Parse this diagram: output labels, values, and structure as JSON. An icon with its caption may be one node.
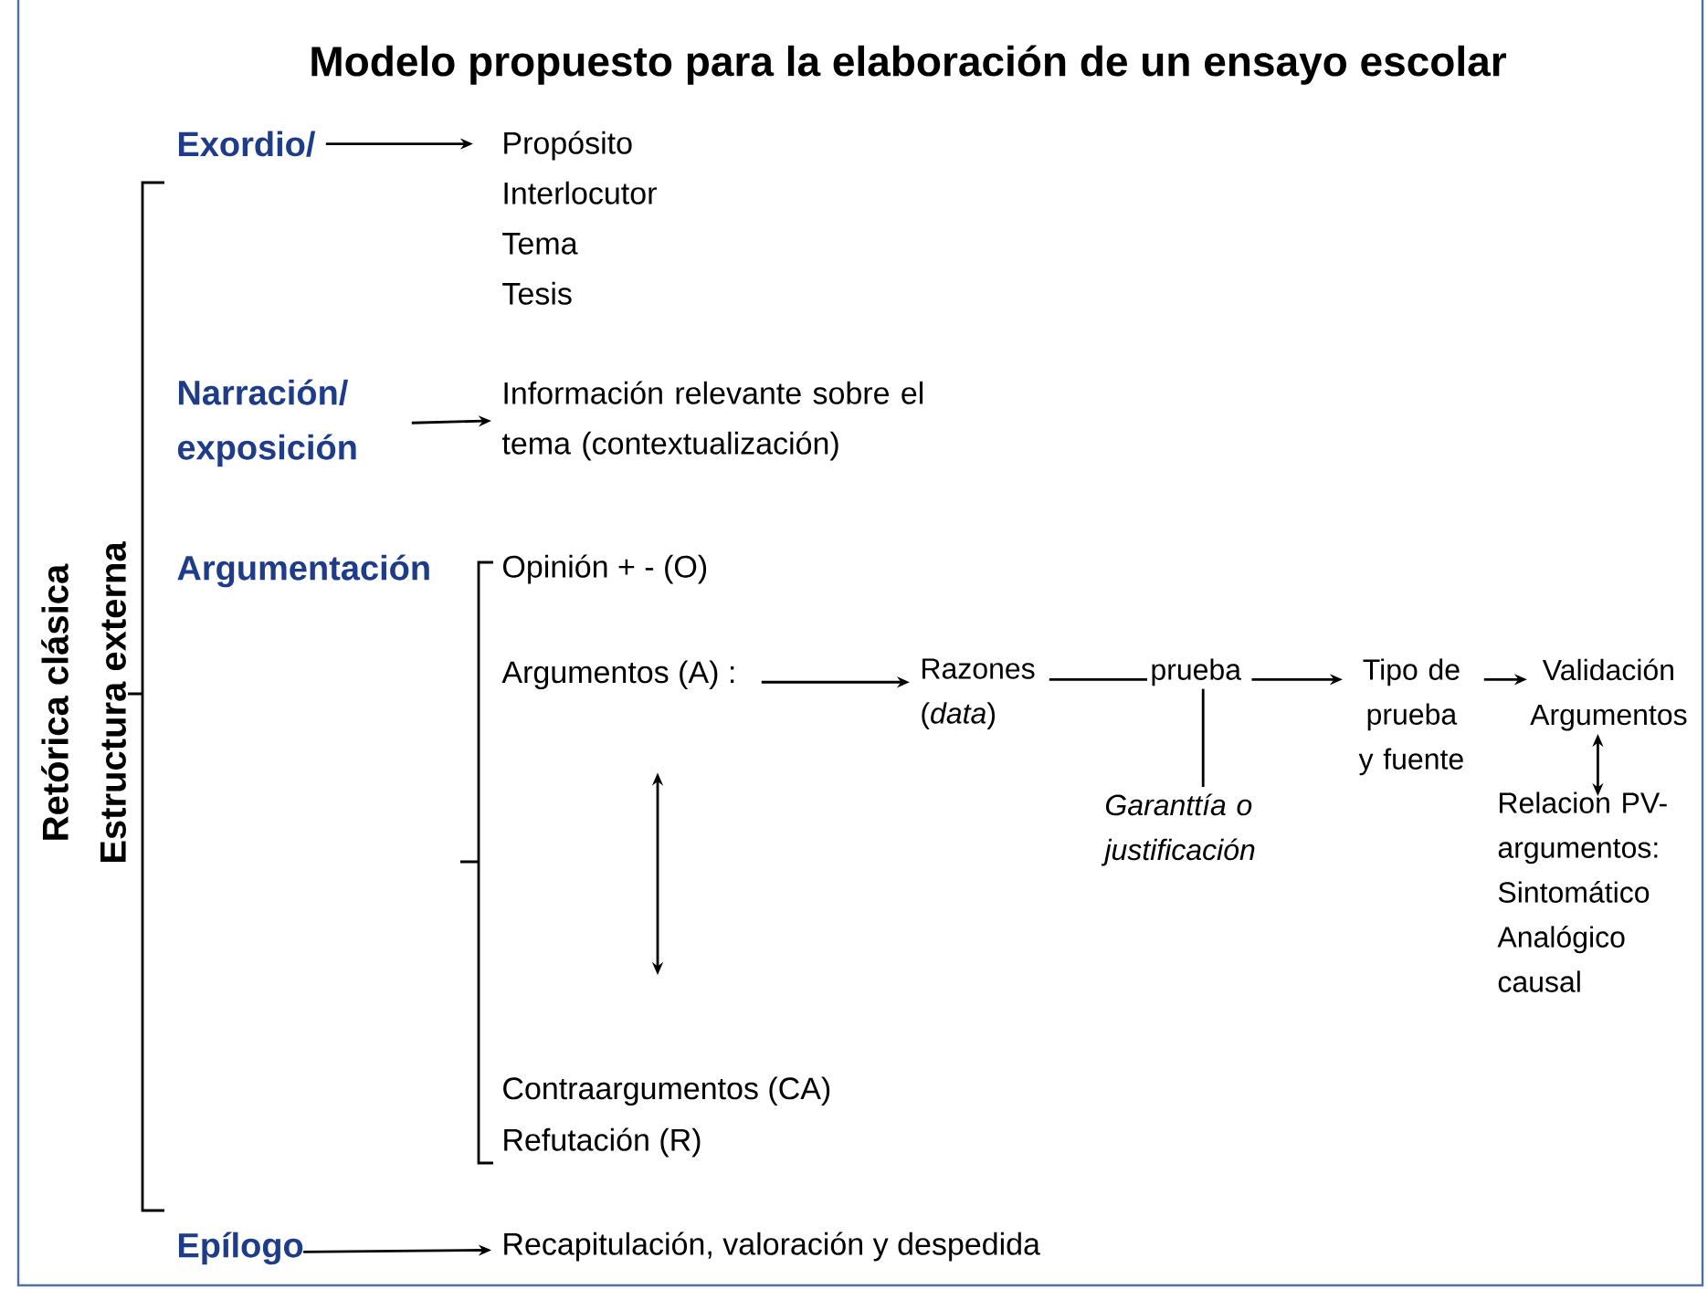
{
  "diagram": {
    "title": "Modelo propuesto para la elaboración de un ensayo escolar",
    "nodes": [
      {
        "text": [
          "Exordio/"
        ]
      },
      {
        "text": [
          "Propósito",
          "Interlocutor",
          "Tema",
          "Tesis"
        ]
      },
      {
        "text": [
          "Narración/ exposición"
        ]
      },
      {
        "text": [
          "Información relevante sobre el tema (contextualización)"
        ]
      },
      {
        "text": [
          "Argumentación"
        ]
      },
      {
        "text": [
          "Opinión + - (O)"
        ]
      },
      {
        "text": [
          "Argumentos (A) :"
        ]
      },
      {
        "text": [
          "Razones (*data*)"
        ]
      },
      {
        "text": [
          "prueba"
        ]
      },
      {
        "text": [
          "Garanttía o justificación"
        ]
      },
      {
        "text": [
          "Tipo de prueba y fuente"
        ]
      },
      {
        "text": [
          "Validación Argumentos"
        ]
      },
      {
        "text": [
          "Relacion PV- argumentos:",
          "Sintomático",
          "Analógico",
          "causal"
        ]
      },
      {
        "text": [
          "Contraargumentos (CA)"
        ]
      },
      {
        "text": [
          "Refutación (R)"
        ]
      },
      {
        "text": [
          "Epílogo"
        ]
      },
      {
        "text": [
          "Recapitulación, valoración y despedida"
        ]
      }
    ],
    "edges": [
      {
        "from": 0,
        "to": 1,
        "arrow": "to"
      },
      {
        "from": 2,
        "to": 3,
        "arrow": "to"
      },
      {
        "from": 6,
        "to": 7,
        "arrow": "to"
      },
      {
        "from": 7,
        "to": 8,
        "arrow": "none"
      },
      {
        "from": 8,
        "to": 9,
        "arrow": "none"
      },
      {
        "from": 8,
        "to": 10,
        "arrow": "to"
      },
      {
        "from": 10,
        "to": 11,
        "arrow": "to"
      },
      {
        "from": 11,
        "to": 12,
        "arrow": "both"
      },
      {
        "from": 6,
        "to": 13,
        "arrow": "both"
      },
      {
        "from": 15,
        "to": 16,
        "arrow": "to"
      }
    ],
    "labels": [
      "Retórica clásica",
      "Estructura externa"
    ]
  }
}
